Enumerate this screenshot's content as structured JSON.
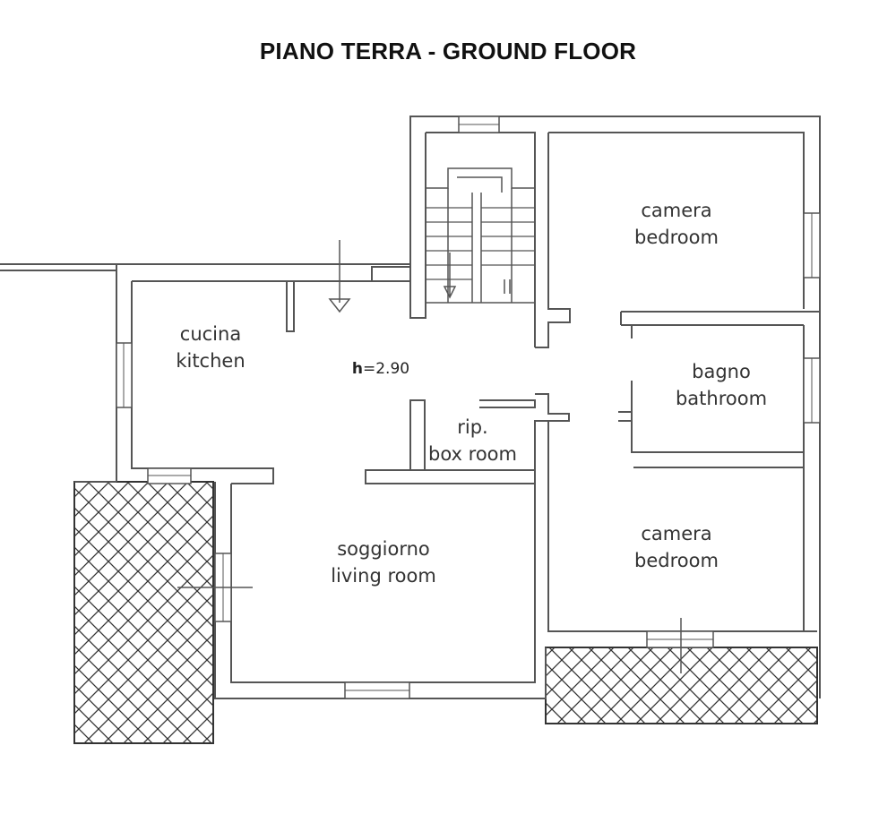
{
  "title": "PIANO TERRA - GROUND FLOOR",
  "ceiling_height": {
    "prefix": "h",
    "value": "=2.90"
  },
  "rooms": {
    "bedroom_top": {
      "it": "camera",
      "en": "bedroom"
    },
    "kitchen": {
      "it": "cucina",
      "en": "kitchen"
    },
    "bathroom": {
      "it": "bagno",
      "en": "bathroom"
    },
    "box_room": {
      "it": "rip.",
      "en": "box room"
    },
    "living_room": {
      "it": "soggiorno",
      "en": "living room"
    },
    "bedroom_bottom": {
      "it": "camera",
      "en": "bedroom"
    }
  },
  "colors": {
    "wall": "#444444",
    "line": "#555555",
    "text": "#333333"
  }
}
